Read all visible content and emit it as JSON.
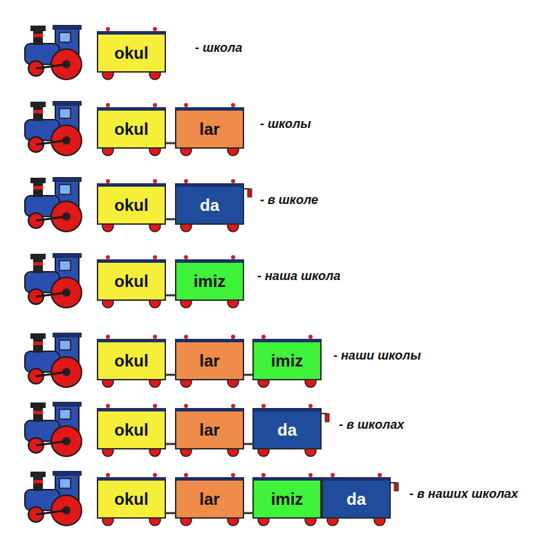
{
  "diagram": {
    "nodes": [
      {
        "text": [
          "okul"
        ]
      },
      {
        "text": [
          "okul"
        ]
      },
      {
        "text": [
          "lar"
        ]
      },
      {
        "text": [
          "okul"
        ]
      },
      {
        "text": [
          "da"
        ]
      },
      {
        "text": [
          "okul"
        ]
      },
      {
        "text": [
          "imiz"
        ]
      },
      {
        "text": [
          "okul"
        ]
      },
      {
        "text": [
          "lar"
        ]
      },
      {
        "text": [
          "imiz"
        ]
      },
      {
        "text": [
          "okul"
        ]
      },
      {
        "text": [
          "lar"
        ]
      },
      {
        "text": [
          "da"
        ]
      },
      {
        "text": [
          "okul"
        ]
      },
      {
        "text": [
          "lar"
        ]
      },
      {
        "text": [
          "imiz"
        ]
      },
      {
        "text": [
          "da"
        ]
      }
    ],
    "labels": [
      "- школа",
      "- школы",
      "- в школе",
      "- наша школа",
      "- наши школы",
      "- в школах",
      "- в наших школах"
    ]
  }
}
